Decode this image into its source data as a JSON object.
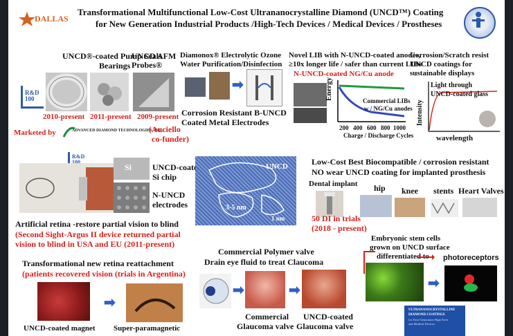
{
  "header": {
    "logo_text": "DALLAS",
    "title_line1": "Transformational Multifunctional Low-Cost Ultrananocrystalline Diamond (UNCD™) Coating",
    "title_line2": "for New Generation Industrial Products /High-Tech Devices / Medical Devices / Prostheses"
  },
  "products": {
    "pump_seals": "UNCD®-coated Pump Seals",
    "bearings": "Bearings",
    "afm_probes": "UNCD AFM Probes®",
    "year_pump": "2010-present",
    "year_bearings": "2011-present",
    "year_afm": "2009-present",
    "marketed_by": "Marketed by",
    "adt_name": "ADVANCED DIAMOND TECHNOLOGIES, INC.",
    "cofunder_line1": "(Auciello",
    "cofunder_line2": "co-funder)",
    "rd_badge": "R&D 100"
  },
  "ozone": {
    "title_line1": "Diamonox® Electrolytic Ozone",
    "title_line2": "Water Purification/Disinfection",
    "electrodes_line1": "Corrosion Resistant B-UNCD",
    "electrodes_line2": "Coated Metal Electrodes"
  },
  "lib": {
    "title_line1": "Novel LIB with N-UNCD-coated anodes,",
    "title_line2": "≥10x longer life / safer than current LIBs",
    "anode_label": "N-UNCD-coated NG/Cu anode",
    "legend_line1": "Commercial LIBs",
    "legend_line2": "w / NG/Cu anodes",
    "ylabel": "Energy",
    "xlabel": "Charge / Discharge Cycles",
    "x_ticks": [
      "200",
      "400",
      "600",
      "800",
      "1000"
    ]
  },
  "display": {
    "title_line1": "Corrosion/Scratch resist",
    "title_line2": "UNCD coatings for",
    "title_line3": "sustainable displays",
    "legend_line1": "Light through",
    "legend_line2": "UNCD-coated glass",
    "ylabel": "Intensity",
    "xlabel": "wavelength"
  },
  "retina": {
    "chip_label_line1": "UNCD-coated",
    "chip_label_line2": "Si chip",
    "electrodes_line1": "N-UNCD",
    "electrodes_line2": "electrodes",
    "si_label": "Si",
    "title": "Artificial retina -restore partial vision to blind",
    "note_line1": "(Second Sight-Argus II device returned partial",
    "note_line2": "vision to blind in USA and EU (2011-present)",
    "rd_badge": "R&D 100"
  },
  "micrograph": {
    "uncd_label": "UNCD",
    "grain_label": "3-5 nm",
    "scale_label": "1 nm"
  },
  "prosthesis": {
    "title_line1": "Low-Cost Best Biocompatible / corrosion resistant",
    "title_line2": "NO wear UNCD coating for implanted prosthesis",
    "dental": "Dental implant",
    "hip": "hip",
    "knee": "knee",
    "stents": "stents",
    "heart_valves": "Heart Valves",
    "trials_line1": "50 DI in trials",
    "trials_line2": "(2018 - present)"
  },
  "reattach": {
    "title": "Transformational new retina reattachment",
    "subtitle": "(patients recovered vision (trials in Argentina)",
    "magnet": "UNCD-coated magnet",
    "superpara": "Super-paramagnetic"
  },
  "glaucoma": {
    "title_line1": "Commercial Polymer valve",
    "title_line2": "Drain eye fluid to treat Claucoma",
    "commercial_line1": "Commercial",
    "commercial_line2": "Glaucoma valve",
    "uncd_line1": "UNCD-coated",
    "uncd_line2": "Glaucoma valve"
  },
  "stemcells": {
    "title_line1": "Embryonic stem cells",
    "title_line2": "grown on UNCD surface",
    "title_line3": "differentiated to",
    "photoreceptors": "photoreceptors"
  },
  "book": {
    "title_line1": "ULTRANANOCRYSTALLINE",
    "title_line2": "DIAMOND COATINGS",
    "subtitle_line1": "for Next-Generation High-Tech",
    "subtitle_line2": "and Medical Devices"
  },
  "colors": {
    "accent_red": "#d8201b",
    "arrow_blue": "#2f5fc9"
  }
}
